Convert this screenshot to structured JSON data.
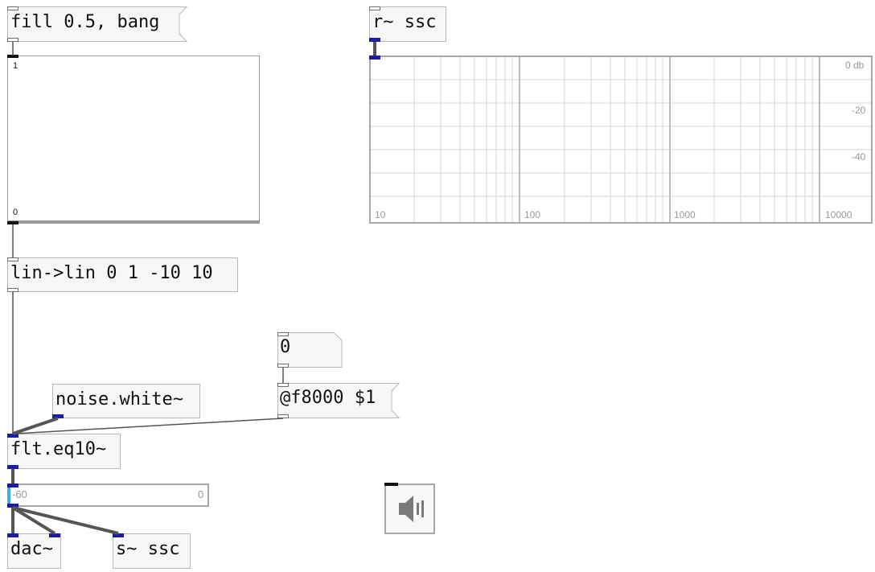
{
  "objects": {
    "fill_msg": "fill 0.5, bang",
    "receive": "r~ ssc",
    "linlin": "lin->lin 0 1 -10 10",
    "number_msg": "0",
    "noise": "noise.white~",
    "param_msg": "@f8000 $1",
    "eq": "flt.eq10~",
    "dac": "dac~",
    "send": "s~ ssc"
  },
  "slider": {
    "max_label": "1",
    "min_label": "0",
    "value": 0.0
  },
  "spectroscope": {
    "db_labels": [
      "0 db",
      "-20",
      "-40"
    ],
    "freq_labels": [
      "10",
      "100",
      "1000",
      "10000"
    ]
  },
  "meter": {
    "min_label": "-60",
    "max_label": "0",
    "level": 0.02
  },
  "dsp_icon": "speaker-icon",
  "colors": {
    "signal_port": "#1c1ca8",
    "border": "#b8b8b8",
    "grid": "#d6d6d6",
    "meter_fill": "#3bb0e0"
  }
}
